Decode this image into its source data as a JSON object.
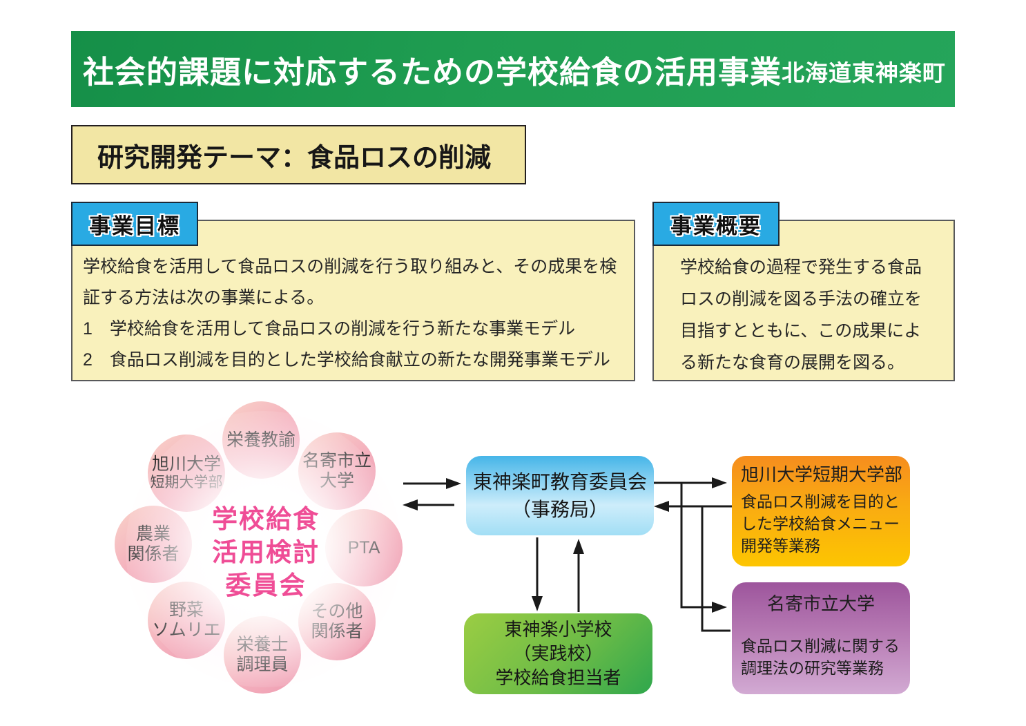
{
  "banner": {
    "title": "社会的課題に対応するための学校給食の活用事業",
    "region": "北海道東神楽町"
  },
  "theme": {
    "label": "研究開発テーマ：食品ロスの削減"
  },
  "goal": {
    "label": "事業目標",
    "lines": [
      "学校給食を活用して食品ロスの削減を行う取り組みと、その成果を検",
      "証する方法は次の事業による。",
      "1　学校給食を活用して食品ロスの削減を行う新たな事業モデル",
      "2　食品ロス削減を目的とした学校給食献立の新たな開発事業モデル"
    ]
  },
  "overview": {
    "label": "事業概要",
    "lines": [
      "学校給食の過程で発生する食品",
      "ロスの削減を図る手法の確立を",
      "目指すとともに、この成果によ",
      "る新たな食育の展開を図る。"
    ]
  },
  "diagram": {
    "committee": {
      "line1": "学校給食",
      "line2": "活用検討",
      "line3": "委員会"
    },
    "members": {
      "teacher": {
        "line1": "栄養教諭"
      },
      "asahikawa": {
        "line1": "旭川大学",
        "line2": "短期大学部"
      },
      "nayoro": {
        "line1": "名寄市立",
        "line2": "大学"
      },
      "agri": {
        "line1": "農業",
        "line2": "関係者"
      },
      "pta": {
        "line1": "PTA"
      },
      "vege": {
        "line1": "野菜",
        "line2": "ソムリエ"
      },
      "diet": {
        "line1": "栄養士",
        "line2": "調理員"
      },
      "other": {
        "line1": "その他",
        "line2": "関係者"
      }
    },
    "board": {
      "line1": "東神楽町教育委員会",
      "line2": "（事務局）"
    },
    "school": {
      "line1": "東神楽小学校",
      "line2": "（実践校）",
      "line3": "学校給食担当者"
    },
    "asahikawa_box": {
      "title": "旭川大学短期大学部",
      "body1": "食品ロス削減を目的と",
      "body2": "した学校給食メニュー",
      "body3": "開発等業務"
    },
    "nayoro_box": {
      "title": "名寄市立大学",
      "body1": "食品ロス削減に関する",
      "body2": "調理法の研究等業務"
    }
  },
  "colors": {
    "banner_green": "#1f9d51",
    "theme_yellow": "#f2e6a4",
    "panel_yellow": "#f9f1bc",
    "label_cyan": "#29aae3",
    "circle_pink": "#f3abbc",
    "committee_magenta": "#ef4d96",
    "board_blue": "#45b5e8",
    "school_green": "#2fa74d",
    "asahikawa_orange": "#f6921e",
    "asahikawa_yellow": "#fdc501",
    "nayoro_purple": "#9d559c",
    "arrow_black": "#1a1a1a"
  }
}
